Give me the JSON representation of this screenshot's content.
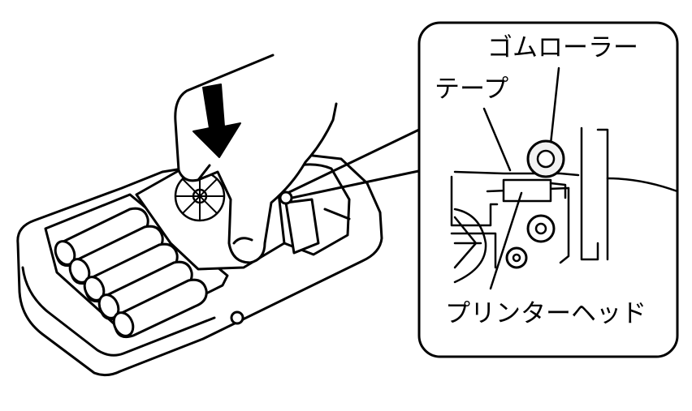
{
  "labels": {
    "rubber_roller": "ゴムローラー",
    "tape": "テープ",
    "printer_head": "プリンターヘッド"
  },
  "colors": {
    "line": "#000000",
    "fill": "#ffffff",
    "roller_fill": "#f2f2f2"
  },
  "icons": {
    "press_arrow": "down-arrow-icon"
  }
}
